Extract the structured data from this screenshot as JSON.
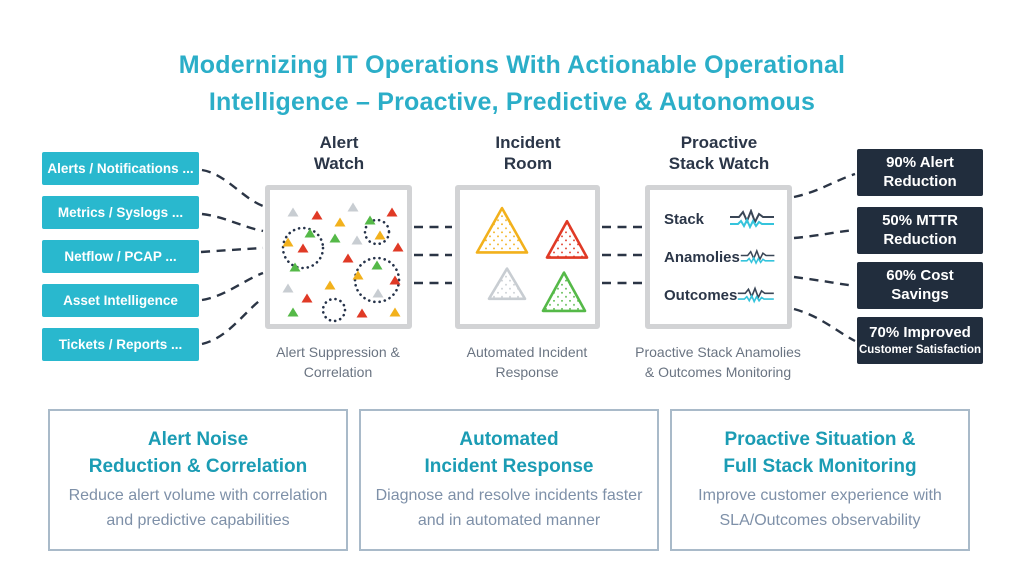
{
  "title": {
    "line1": "Modernizing IT Operations With Actionable Operational",
    "line2": "Intelligence – Proactive, Predictive & Autonomous"
  },
  "sources": {
    "items": [
      {
        "label": "Alerts / Notifications ..."
      },
      {
        "label": "Metrics / Syslogs ..."
      },
      {
        "label": "Netflow / PCAP ..."
      },
      {
        "label": "Asset Intelligence"
      },
      {
        "label": "Tickets / Reports ..."
      }
    ]
  },
  "stages": [
    {
      "name_line1": "Alert",
      "name_line2": "Watch",
      "caption_line1": "Alert Suppression &",
      "caption_line2": "Correlation"
    },
    {
      "name_line1": "Incident",
      "name_line2": "Room",
      "caption_line1": "Automated Incident",
      "caption_line2": "Response"
    },
    {
      "name_line1": "Proactive",
      "name_line2": "Stack Watch",
      "caption_line1": "Proactive Stack Anamolies",
      "caption_line2": "& Outcomes Monitoring",
      "rows": [
        {
          "label": "Stack",
          "icon": "waveform-icon"
        },
        {
          "label": "Anamolies",
          "icon": "waveform-icon"
        },
        {
          "label": "Outcomes",
          "icon": "waveform-icon"
        }
      ]
    }
  ],
  "outcomes": [
    {
      "line1": "90% Alert",
      "line2": "Reduction"
    },
    {
      "line1": "50% MTTR",
      "line2": "Reduction"
    },
    {
      "line1": "60% Cost",
      "line2": "Savings"
    },
    {
      "line1": "70% Improved",
      "line2": "Customer Satisfaction"
    }
  ],
  "benefits": [
    {
      "title_line1": "Alert Noise",
      "title_line2": "Reduction & Correlation",
      "body": "Reduce alert volume with correlation and predictive capabilities"
    },
    {
      "title_line1": "Automated",
      "title_line2": "Incident Response",
      "body": "Diagnose and resolve incidents faster and in automated manner"
    },
    {
      "title_line1": "Proactive Situation &",
      "title_line2": "Full Stack Monitoring",
      "body": "Improve customer experience with SLA/Outcomes observability"
    }
  ],
  "colors": {
    "accent_teal": "#29b8ce",
    "title_teal": "#2baec8",
    "dark_navy": "#212d3d",
    "heading_navy": "#2b3648",
    "caption_gray": "#6a7482",
    "benefit_title_teal": "#1b9cb4",
    "benefit_body_gray": "#7e90a8",
    "benefit_border": "#a9bac9",
    "stage_border_gray": "#d2d3d5",
    "connector_navy": "#2b3545",
    "triangle_red": "#e03a26",
    "triangle_yellow": "#f2b11c",
    "triangle_green": "#55b948",
    "triangle_gray": "#c8cdd2",
    "wave_cyan": "#35c4dc",
    "wave_dark": "#3a4656"
  }
}
